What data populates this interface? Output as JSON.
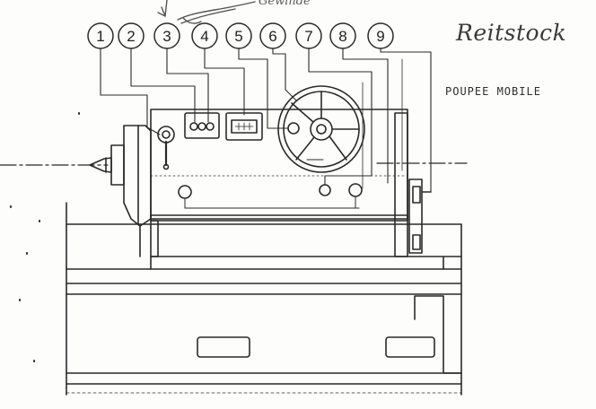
{
  "titles": {
    "german": "Reitstock",
    "french": "POUPEE MOBILE",
    "handwritten_note": "Gewinde"
  },
  "callouts": [
    {
      "number": "1"
    },
    {
      "number": "2"
    },
    {
      "number": "3"
    },
    {
      "number": "4"
    },
    {
      "number": "5"
    },
    {
      "number": "6"
    },
    {
      "number": "7"
    },
    {
      "number": "8"
    },
    {
      "number": "9"
    }
  ],
  "colors": {
    "ink": "#2a2a2a",
    "paper": "#fdfdfb",
    "pencil": "#555555"
  }
}
